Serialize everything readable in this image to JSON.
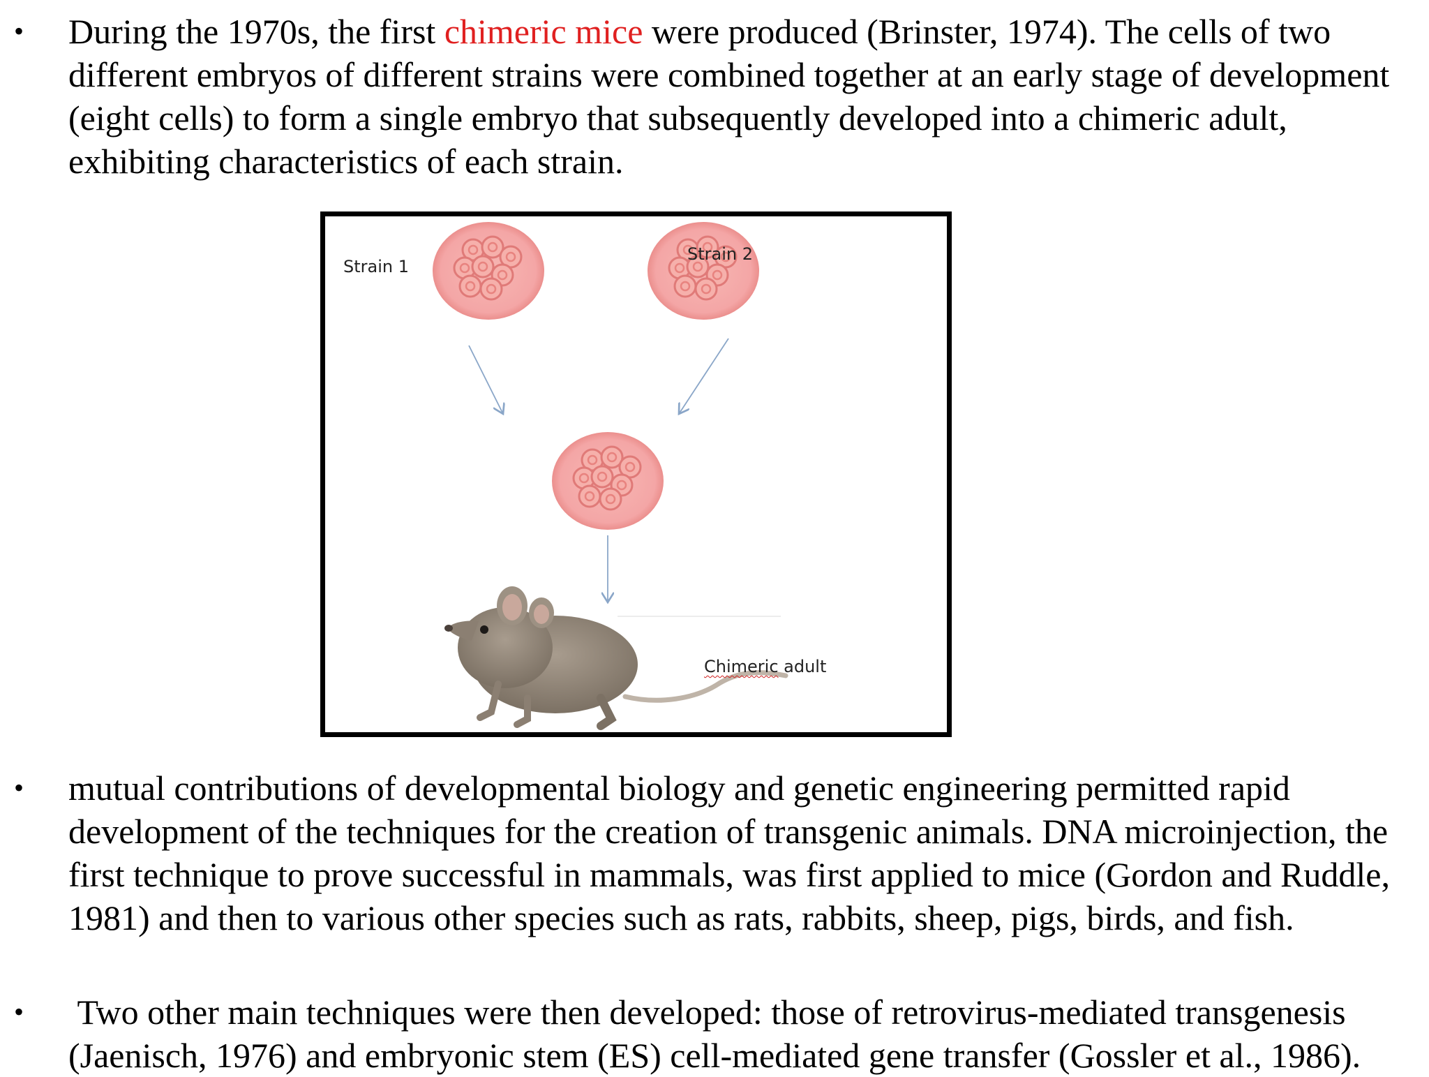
{
  "bullets": [
    {
      "marker": "•",
      "before": "During the 1970s, the first ",
      "highlight": "chimeric mice",
      "after": " were produced (Brinster, 1974). The cells of two different embryos of different strains were combined together at an early stage of development (eight cells) to form a single embryo that subsequently developed into a chimeric adult, exhibiting characteristics of each strain."
    },
    {
      "marker": "•",
      "text": "mutual contributions of developmental biology and genetic engineering permitted rapid development of the techniques for the creation of transgenic animals. DNA microinjection, the first technique to prove successful in mammals, was first applied to mice (Gordon and Ruddle, 1981) and then to various other species such as rats, rabbits, sheep, pigs, birds, and fish."
    },
    {
      "marker": "•",
      "text": " Two other main techniques were then developed: those of retrovirus-mediated transgenesis (Jaenisch, 1976) and embryonic stem (ES) cell-mediated gene transfer (Gossler et al., 1986)."
    }
  ],
  "figure": {
    "strain1_label": "Strain 1",
    "strain2_label": "Strain 2",
    "adult_label_word1": "Chimeric",
    "adult_label_word2": " adult",
    "colors": {
      "embryo_outer": "#f4a6a6",
      "embryo_cell": "#e8837f",
      "arrow": "#8aa6c8"
    },
    "icons": [
      "embryo-icon",
      "mouse-illustration",
      "arrow-icon"
    ]
  }
}
